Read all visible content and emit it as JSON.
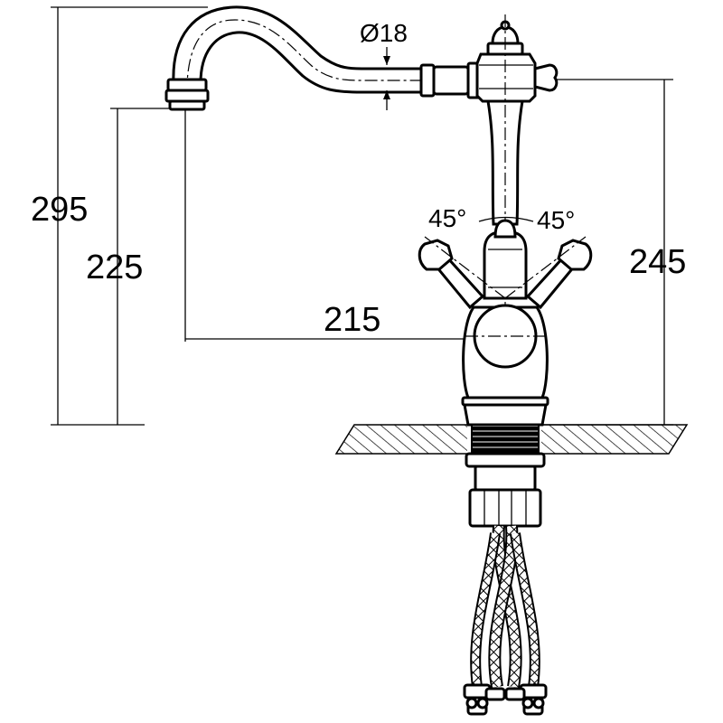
{
  "dimensions": {
    "total_height": "295",
    "spout_height": "225",
    "body_height": "245",
    "reach": "215",
    "spout_diameter": "Ø18",
    "angle_left": "45°",
    "angle_right": "45°"
  },
  "colors": {
    "line": "#000000",
    "background": "#ffffff"
  }
}
